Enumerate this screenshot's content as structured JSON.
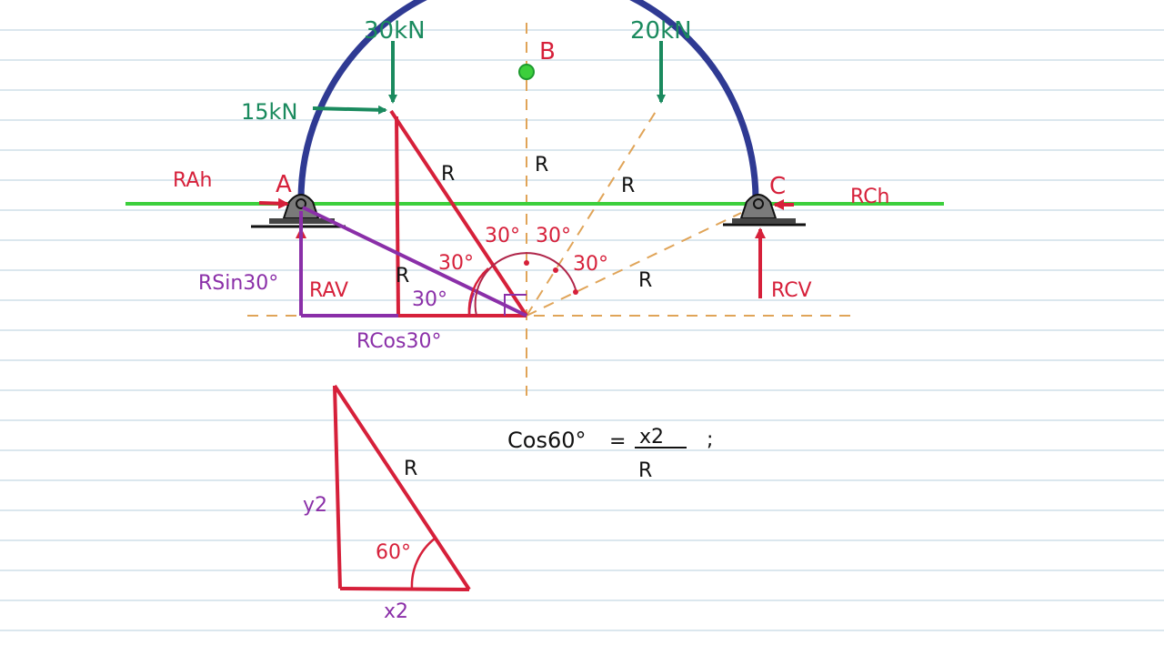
{
  "colors": {
    "arch": "#2f3a93",
    "load": "#1a8a5e",
    "reaction": "#d6203a",
    "purple": "#8a2fa8",
    "dashed": "#e0a458",
    "ground_line": "#3ccf3c",
    "text": "#111111",
    "rule": "#dbe7ee"
  },
  "loads": {
    "load_30": "30kN",
    "load_20": "20kN",
    "load_15": "15kN"
  },
  "points": {
    "a": "A",
    "b": "B",
    "c": "C"
  },
  "reactions": {
    "rah": "RAh",
    "rav": "RAV",
    "rch": "RCh",
    "rcv": "RCV"
  },
  "geometry": {
    "r_left_hyp": "R",
    "r_vertical": "R",
    "r_center": "R",
    "r_right_upper": "R",
    "r_right_lower": "R",
    "angle_purple": "30°",
    "angle_red": "30°",
    "angle_center_left": "30°",
    "angle_center_right": "30°",
    "angle_right": "30°",
    "rsin": "RSin30°",
    "rcos": "RCos30°"
  },
  "small_triangle": {
    "hyp": "R",
    "vertical": "y2",
    "horizontal": "x2",
    "angle": "60°"
  },
  "equation": {
    "lhs": "Cos60°",
    "equals": "=",
    "numerator": "x2",
    "denominator": "R",
    "terminator": ";"
  }
}
